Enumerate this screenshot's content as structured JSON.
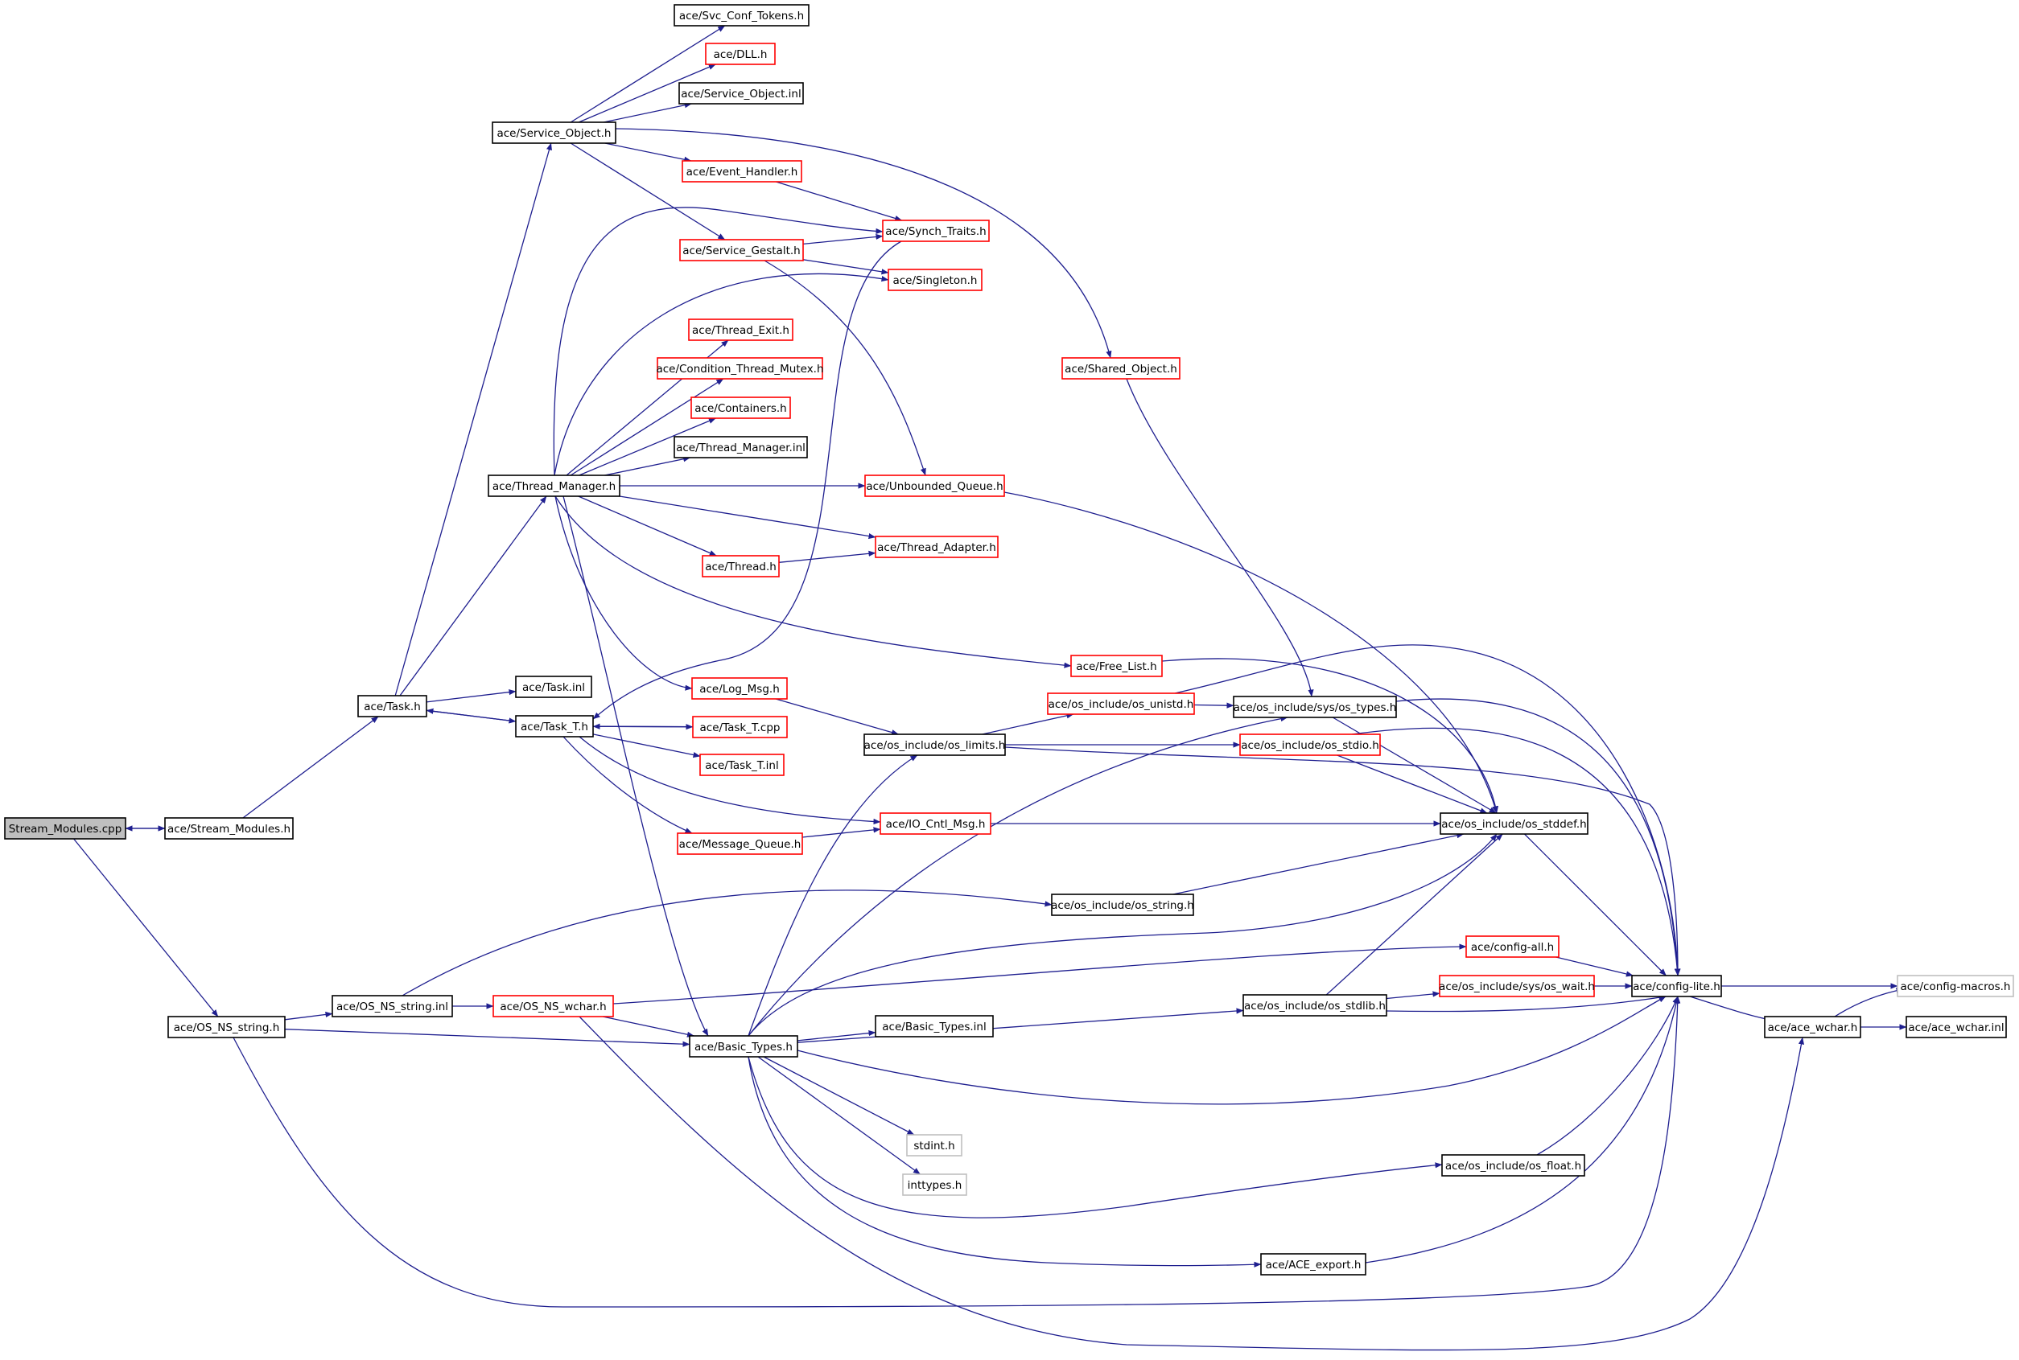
{
  "graph": {
    "nodes": [
      {
        "id": "Stream_Modules.cpp",
        "label": "Stream_Modules.cpp",
        "style": "root"
      },
      {
        "id": "ace/Stream_Modules.h",
        "label": "ace/Stream_Modules.h",
        "style": "normal"
      },
      {
        "id": "ace/OS_NS_string.h",
        "label": "ace/OS_NS_string.h",
        "style": "normal"
      },
      {
        "id": "ace/Task.h",
        "label": "ace/Task.h",
        "style": "normal"
      },
      {
        "id": "ace/Service_Object.h",
        "label": "ace/Service_Object.h",
        "style": "normal"
      },
      {
        "id": "ace/Thread_Manager.h",
        "label": "ace/Thread_Manager.h",
        "style": "normal"
      },
      {
        "id": "ace/Task.inl",
        "label": "ace/Task.inl",
        "style": "normal"
      },
      {
        "id": "ace/Task_T.h",
        "label": "ace/Task_T.h",
        "style": "normal"
      },
      {
        "id": "ace/Svc_Conf_Tokens.h",
        "label": "ace/Svc_Conf_Tokens.h",
        "style": "normal"
      },
      {
        "id": "ace/DLL.h",
        "label": "ace/DLL.h",
        "style": "truncated"
      },
      {
        "id": "ace/Service_Object.inl",
        "label": "ace/Service_Object.inl",
        "style": "normal"
      },
      {
        "id": "ace/Event_Handler.h",
        "label": "ace/Event_Handler.h",
        "style": "truncated"
      },
      {
        "id": "ace/Service_Gestalt.h",
        "label": "ace/Service_Gestalt.h",
        "style": "truncated"
      },
      {
        "id": "ace/Synch_Traits.h",
        "label": "ace/Synch_Traits.h",
        "style": "truncated"
      },
      {
        "id": "ace/Singleton.h",
        "label": "ace/Singleton.h",
        "style": "truncated"
      },
      {
        "id": "ace/Thread_Exit.h",
        "label": "ace/Thread_Exit.h",
        "style": "truncated"
      },
      {
        "id": "ace/Condition_Thread_Mutex.h",
        "label": "ace/Condition_Thread_Mutex.h",
        "style": "truncated"
      },
      {
        "id": "ace/Containers.h",
        "label": "ace/Containers.h",
        "style": "truncated"
      },
      {
        "id": "ace/Thread_Manager.inl",
        "label": "ace/Thread_Manager.inl",
        "style": "normal"
      },
      {
        "id": "ace/Shared_Object.h",
        "label": "ace/Shared_Object.h",
        "style": "truncated"
      },
      {
        "id": "ace/Unbounded_Queue.h",
        "label": "ace/Unbounded_Queue.h",
        "style": "truncated"
      },
      {
        "id": "ace/Thread.h",
        "label": "ace/Thread.h",
        "style": "truncated"
      },
      {
        "id": "ace/Thread_Adapter.h",
        "label": "ace/Thread_Adapter.h",
        "style": "truncated"
      },
      {
        "id": "ace/Free_List.h",
        "label": "ace/Free_List.h",
        "style": "truncated"
      },
      {
        "id": "ace/Log_Msg.h",
        "label": "ace/Log_Msg.h",
        "style": "truncated"
      },
      {
        "id": "ace/Task_T.cpp",
        "label": "ace/Task_T.cpp",
        "style": "truncated"
      },
      {
        "id": "ace/Task_T.inl",
        "label": "ace/Task_T.inl",
        "style": "truncated"
      },
      {
        "id": "ace/os_include/os_unistd.h",
        "label": "ace/os_include/os_unistd.h",
        "style": "truncated"
      },
      {
        "id": "ace/os_include/sys/os_types.h",
        "label": "ace/os_include/sys/os_types.h",
        "style": "normal"
      },
      {
        "id": "ace/os_include/os_limits.h",
        "label": "ace/os_include/os_limits.h",
        "style": "normal"
      },
      {
        "id": "ace/os_include/os_stdio.h",
        "label": "ace/os_include/os_stdio.h",
        "style": "truncated"
      },
      {
        "id": "ace/Message_Queue.h",
        "label": "ace/Message_Queue.h",
        "style": "truncated"
      },
      {
        "id": "ace/IO_Cntl_Msg.h",
        "label": "ace/IO_Cntl_Msg.h",
        "style": "truncated"
      },
      {
        "id": "ace/os_include/os_stddef.h",
        "label": "ace/os_include/os_stddef.h",
        "style": "normal"
      },
      {
        "id": "ace/os_include/os_string.h",
        "label": "ace/os_include/os_string.h",
        "style": "normal"
      },
      {
        "id": "ace/config-all.h",
        "label": "ace/config-all.h",
        "style": "truncated"
      },
      {
        "id": "ace/OS_NS_string.inl",
        "label": "ace/OS_NS_string.inl",
        "style": "normal"
      },
      {
        "id": "ace/OS_NS_wchar.h",
        "label": "ace/OS_NS_wchar.h",
        "style": "truncated"
      },
      {
        "id": "ace/os_include/os_stdlib.h",
        "label": "ace/os_include/os_stdlib.h",
        "style": "normal"
      },
      {
        "id": "ace/os_include/sys/os_wait.h",
        "label": "ace/os_include/sys/os_wait.h",
        "style": "truncated"
      },
      {
        "id": "ace/config-lite.h",
        "label": "ace/config-lite.h",
        "style": "normal"
      },
      {
        "id": "ace/config-macros.h",
        "label": "ace/config-macros.h",
        "style": "external"
      },
      {
        "id": "ace/Basic_Types.h",
        "label": "ace/Basic_Types.h",
        "style": "normal"
      },
      {
        "id": "ace/Basic_Types.inl",
        "label": "ace/Basic_Types.inl",
        "style": "normal"
      },
      {
        "id": "ace/ace_wchar.h",
        "label": "ace/ace_wchar.h",
        "style": "normal"
      },
      {
        "id": "ace/ace_wchar.inl",
        "label": "ace/ace_wchar.inl",
        "style": "normal"
      },
      {
        "id": "stdint.h",
        "label": "stdint.h",
        "style": "external"
      },
      {
        "id": "inttypes.h",
        "label": "inttypes.h",
        "style": "external"
      },
      {
        "id": "ace/os_include/os_float.h",
        "label": "ace/os_include/os_float.h",
        "style": "normal"
      },
      {
        "id": "ace/ACE_export.h",
        "label": "ace/ACE_export.h",
        "style": "normal"
      }
    ],
    "edges": [
      {
        "from": "Stream_Modules.cpp",
        "to": "ace/Stream_Modules.h"
      },
      {
        "from": "ace/Stream_Modules.h",
        "to": "Stream_Modules.cpp"
      },
      {
        "from": "Stream_Modules.cpp",
        "to": "ace/OS_NS_string.h"
      },
      {
        "from": "ace/Stream_Modules.h",
        "to": "ace/Task.h"
      },
      {
        "from": "ace/Task.h",
        "to": "ace/Service_Object.h"
      },
      {
        "from": "ace/Task.h",
        "to": "ace/Thread_Manager.h"
      },
      {
        "from": "ace/Task.h",
        "to": "ace/Task.inl"
      },
      {
        "from": "ace/Task.h",
        "to": "ace/Task_T.h"
      },
      {
        "from": "ace/Task_T.h",
        "to": "ace/Task.h"
      },
      {
        "from": "ace/Service_Object.h",
        "to": "ace/Svc_Conf_Tokens.h"
      },
      {
        "from": "ace/Service_Object.h",
        "to": "ace/DLL.h"
      },
      {
        "from": "ace/Service_Object.h",
        "to": "ace/Service_Object.inl"
      },
      {
        "from": "ace/Service_Object.h",
        "to": "ace/Event_Handler.h"
      },
      {
        "from": "ace/Service_Object.h",
        "to": "ace/Service_Gestalt.h"
      },
      {
        "from": "ace/Service_Object.h",
        "to": "ace/Shared_Object.h"
      },
      {
        "from": "ace/Event_Handler.h",
        "to": "ace/Synch_Traits.h"
      },
      {
        "from": "ace/Service_Gestalt.h",
        "to": "ace/Synch_Traits.h"
      },
      {
        "from": "ace/Service_Gestalt.h",
        "to": "ace/Singleton.h"
      },
      {
        "from": "ace/Service_Gestalt.h",
        "to": "ace/Unbounded_Queue.h"
      },
      {
        "from": "ace/Thread_Manager.h",
        "to": "ace/Synch_Traits.h"
      },
      {
        "from": "ace/Thread_Manager.h",
        "to": "ace/Singleton.h"
      },
      {
        "from": "ace/Thread_Manager.h",
        "to": "ace/Thread_Exit.h"
      },
      {
        "from": "ace/Thread_Manager.h",
        "to": "ace/Condition_Thread_Mutex.h"
      },
      {
        "from": "ace/Thread_Manager.h",
        "to": "ace/Containers.h"
      },
      {
        "from": "ace/Thread_Manager.h",
        "to": "ace/Thread_Manager.inl"
      },
      {
        "from": "ace/Thread_Manager.h",
        "to": "ace/Unbounded_Queue.h"
      },
      {
        "from": "ace/Thread_Manager.h",
        "to": "ace/Thread_Adapter.h"
      },
      {
        "from": "ace/Thread_Manager.h",
        "to": "ace/Thread.h"
      },
      {
        "from": "ace/Thread_Manager.h",
        "to": "ace/Free_List.h"
      },
      {
        "from": "ace/Thread_Manager.h",
        "to": "ace/Log_Msg.h"
      },
      {
        "from": "ace/Thread_Manager.h",
        "to": "ace/Basic_Types.h"
      },
      {
        "from": "ace/Thread.h",
        "to": "ace/Thread_Adapter.h"
      },
      {
        "from": "ace/Synch_Traits.h",
        "to": "ace/Task_T.h"
      },
      {
        "from": "ace/Task_T.h",
        "to": "ace/Task_T.cpp"
      },
      {
        "from": "ace/Task_T.cpp",
        "to": "ace/Task_T.h"
      },
      {
        "from": "ace/Task_T.h",
        "to": "ace/Task_T.inl"
      },
      {
        "from": "ace/Task_T.h",
        "to": "ace/Message_Queue.h"
      },
      {
        "from": "ace/Task_T.h",
        "to": "ace/IO_Cntl_Msg.h"
      },
      {
        "from": "ace/Message_Queue.h",
        "to": "ace/IO_Cntl_Msg.h"
      },
      {
        "from": "ace/Log_Msg.h",
        "to": "ace/os_include/os_limits.h"
      },
      {
        "from": "ace/Shared_Object.h",
        "to": "ace/os_include/sys/os_types.h"
      },
      {
        "from": "ace/Unbounded_Queue.h",
        "to": "ace/os_include/os_stddef.h"
      },
      {
        "from": "ace/Free_List.h",
        "to": "ace/os_include/os_stddef.h"
      },
      {
        "from": "ace/os_include/os_limits.h",
        "to": "ace/os_include/os_unistd.h"
      },
      {
        "from": "ace/os_include/os_limits.h",
        "to": "ace/os_include/os_stdio.h"
      },
      {
        "from": "ace/os_include/os_limits.h",
        "to": "ace/config-lite.h"
      },
      {
        "from": "ace/os_include/os_unistd.h",
        "to": "ace/os_include/sys/os_types.h"
      },
      {
        "from": "ace/os_include/os_unistd.h",
        "to": "ace/config-lite.h"
      },
      {
        "from": "ace/os_include/sys/os_types.h",
        "to": "ace/os_include/os_stddef.h"
      },
      {
        "from": "ace/os_include/sys/os_types.h",
        "to": "ace/config-lite.h"
      },
      {
        "from": "ace/os_include/os_stdio.h",
        "to": "ace/os_include/os_stddef.h"
      },
      {
        "from": "ace/os_include/os_stdio.h",
        "to": "ace/config-lite.h"
      },
      {
        "from": "ace/IO_Cntl_Msg.h",
        "to": "ace/os_include/os_stddef.h"
      },
      {
        "from": "ace/os_include/os_stddef.h",
        "to": "ace/config-lite.h"
      },
      {
        "from": "ace/os_include/os_string.h",
        "to": "ace/os_include/os_stddef.h"
      },
      {
        "from": "ace/OS_NS_string.h",
        "to": "ace/OS_NS_string.inl"
      },
      {
        "from": "ace/OS_NS_string.h",
        "to": "ace/Basic_Types.h"
      },
      {
        "from": "ace/OS_NS_string.h",
        "to": "ace/config-lite.h"
      },
      {
        "from": "ace/OS_NS_string.inl",
        "to": "ace/OS_NS_wchar.h"
      },
      {
        "from": "ace/OS_NS_string.inl",
        "to": "ace/os_include/os_string.h"
      },
      {
        "from": "ace/OS_NS_wchar.h",
        "to": "ace/config-all.h"
      },
      {
        "from": "ace/OS_NS_wchar.h",
        "to": "ace/Basic_Types.h"
      },
      {
        "from": "ace/OS_NS_wchar.h",
        "to": "ace/ace_wchar.h"
      },
      {
        "from": "ace/config-all.h",
        "to": "ace/config-lite.h"
      },
      {
        "from": "ace/os_include/os_stdlib.h",
        "to": "ace/os_include/os_stddef.h"
      },
      {
        "from": "ace/os_include/os_stdlib.h",
        "to": "ace/os_include/sys/os_wait.h"
      },
      {
        "from": "ace/os_include/os_stdlib.h",
        "to": "ace/config-lite.h"
      },
      {
        "from": "ace/os_include/sys/os_wait.h",
        "to": "ace/config-lite.h"
      },
      {
        "from": "ace/config-lite.h",
        "to": "ace/config-macros.h"
      },
      {
        "from": "ace/config-lite.h",
        "to": "ace/ace_wchar.h"
      },
      {
        "from": "ace/ace_wchar.h",
        "to": "ace/config-macros.h"
      },
      {
        "from": "ace/ace_wchar.h",
        "to": "ace/ace_wchar.inl"
      },
      {
        "from": "ace/Basic_Types.h",
        "to": "ace/Basic_Types.inl"
      },
      {
        "from": "ace/Basic_Types.h",
        "to": "ace/os_include/os_limits.h"
      },
      {
        "from": "ace/Basic_Types.h",
        "to": "ace/os_include/sys/os_types.h"
      },
      {
        "from": "ace/Basic_Types.h",
        "to": "ace/os_include/os_stddef.h"
      },
      {
        "from": "ace/Basic_Types.h",
        "to": "ace/os_include/os_stdlib.h"
      },
      {
        "from": "ace/Basic_Types.h",
        "to": "ace/config-lite.h"
      },
      {
        "from": "ace/Basic_Types.h",
        "to": "stdint.h"
      },
      {
        "from": "ace/Basic_Types.h",
        "to": "inttypes.h"
      },
      {
        "from": "ace/Basic_Types.h",
        "to": "ace/os_include/os_float.h"
      },
      {
        "from": "ace/Basic_Types.h",
        "to": "ace/ACE_export.h"
      },
      {
        "from": "ace/os_include/os_float.h",
        "to": "ace/config-lite.h"
      },
      {
        "from": "ace/ACE_export.h",
        "to": "ace/config-lite.h"
      }
    ],
    "colors": {
      "edge": "#1f1f8f",
      "normal_border": "#000000",
      "truncated_border": "#ff0000",
      "external_border": "#bfbfbf",
      "root_fill": "#bfbfbf"
    }
  }
}
